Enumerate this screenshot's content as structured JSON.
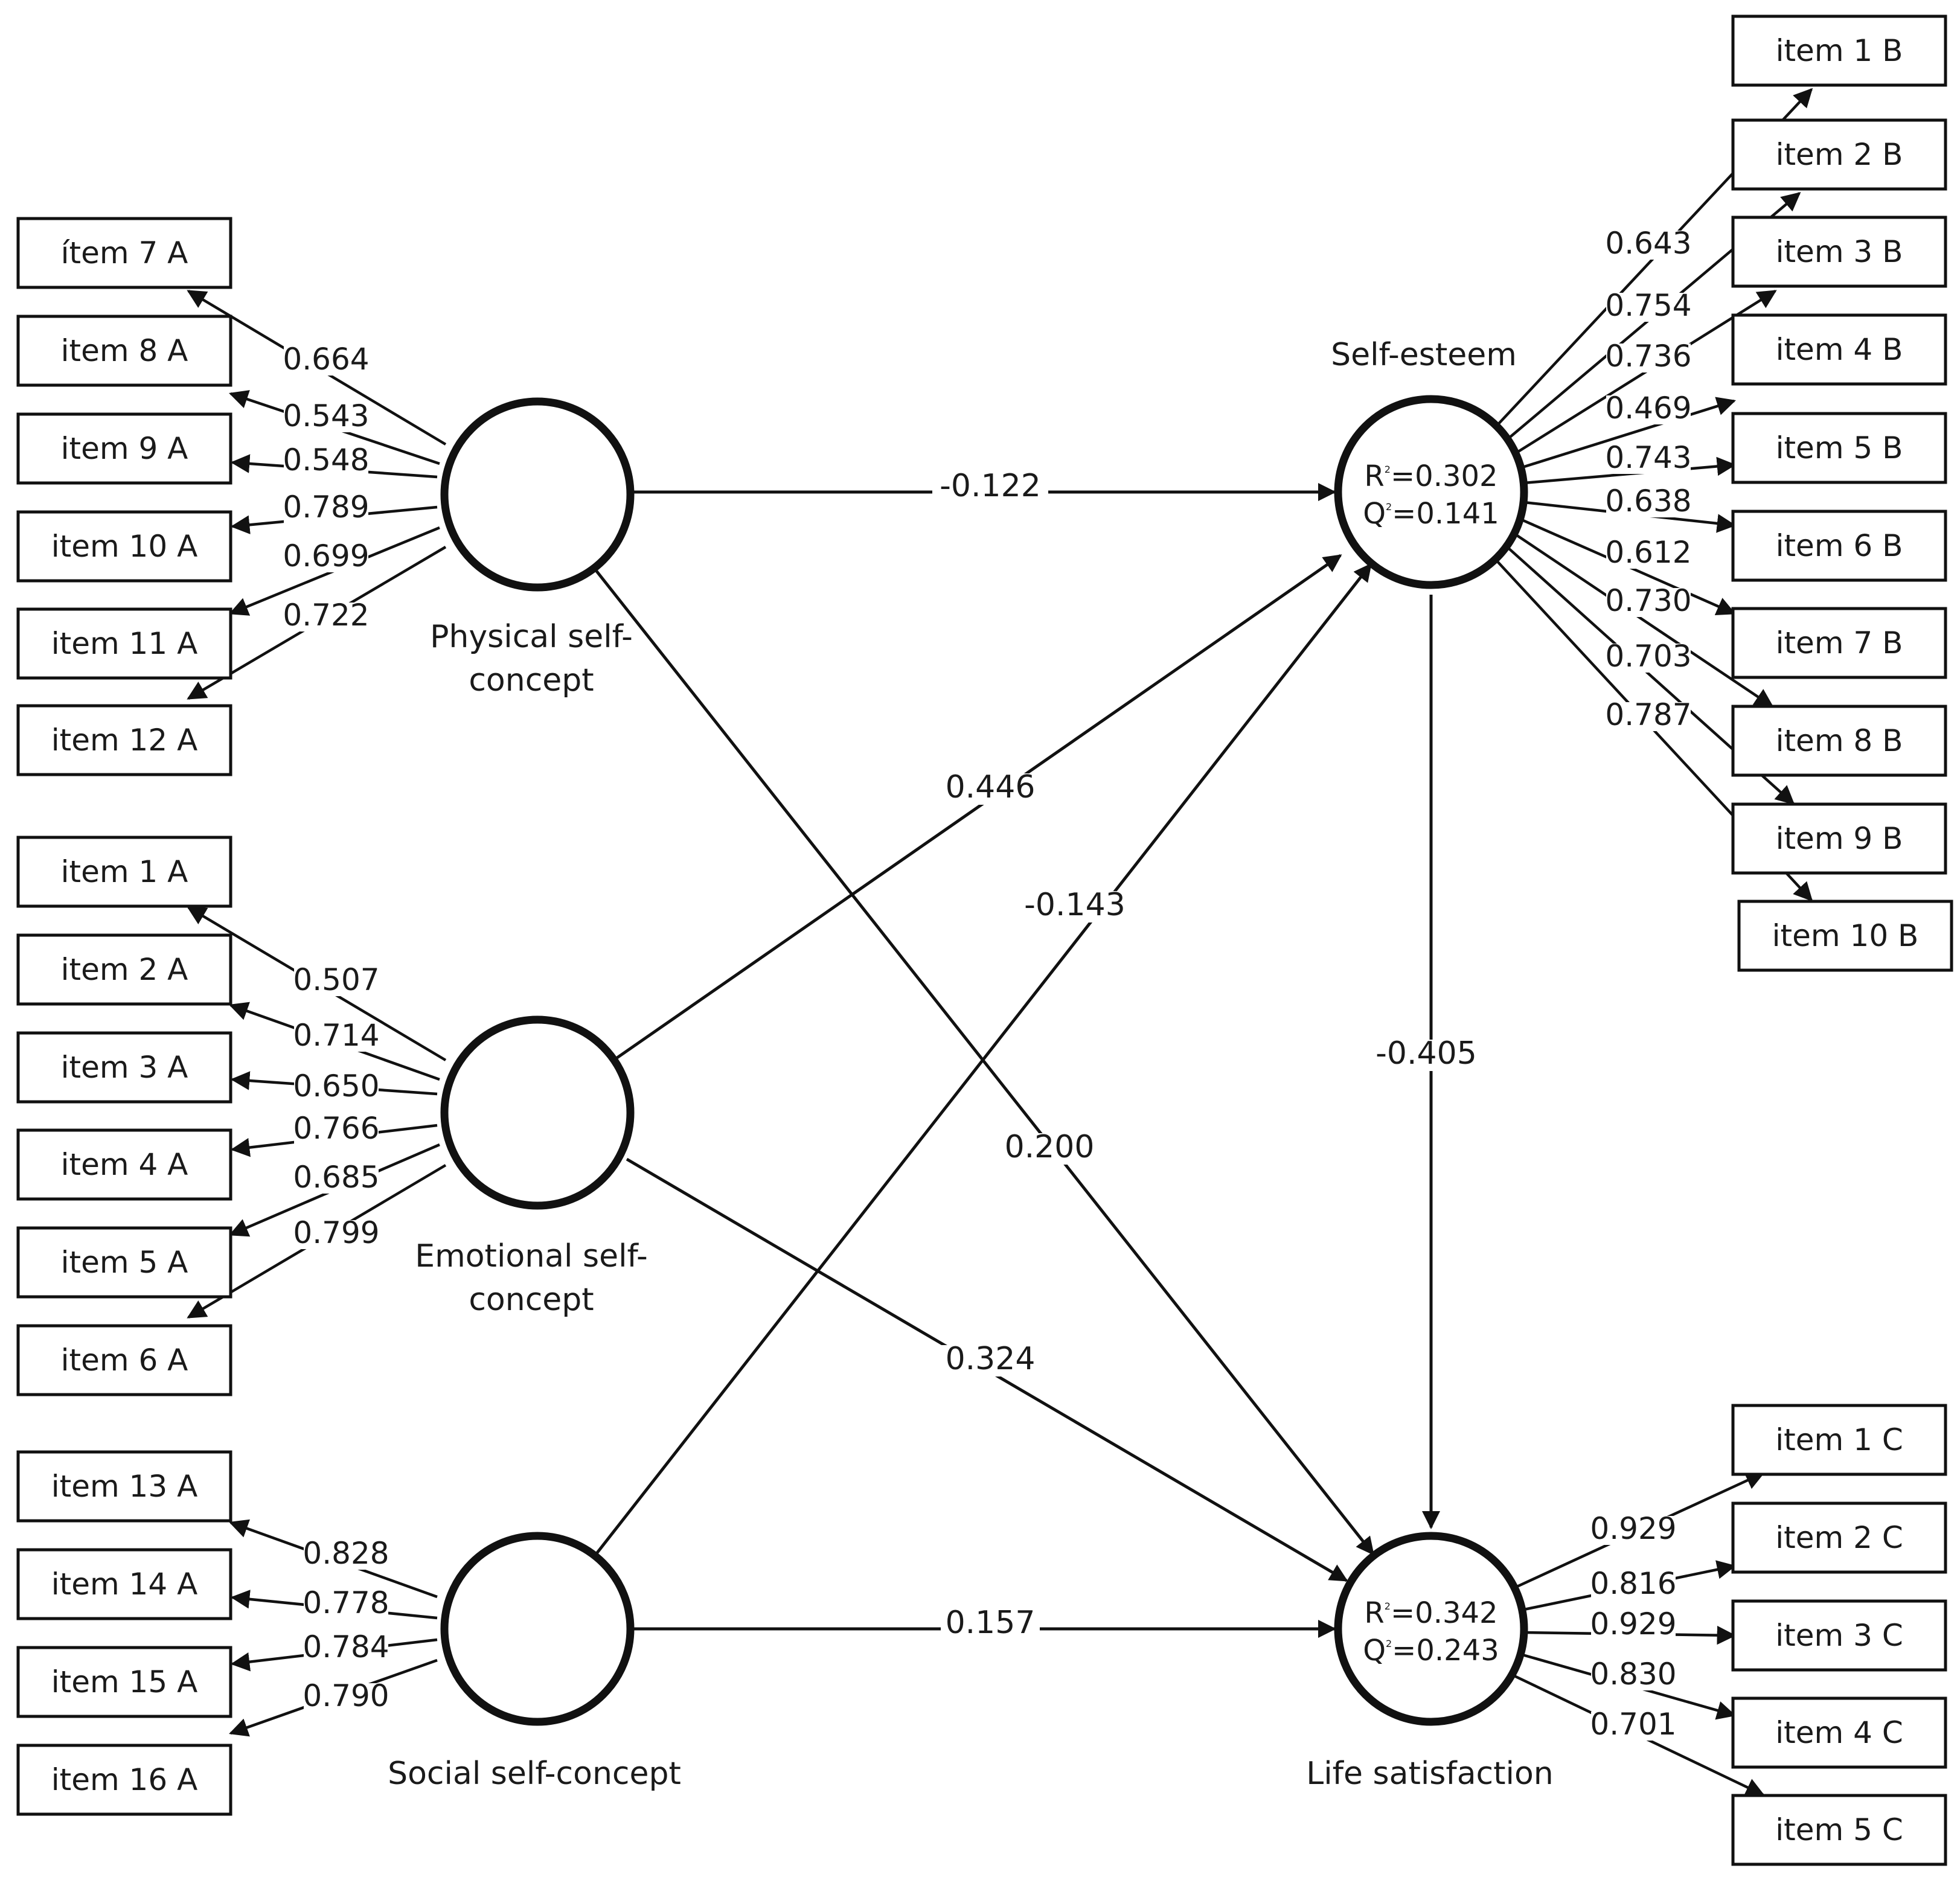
{
  "constructs": {
    "physical": {
      "name_lines": [
        "Physical self-",
        "concept"
      ]
    },
    "emotional": {
      "name_lines": [
        "Emotional self-",
        "concept"
      ]
    },
    "social": {
      "name_lines": [
        "Social self-concept"
      ]
    },
    "self_esteem": {
      "name_lines": [
        "Self-esteem"
      ],
      "r2": "0.302",
      "q2": "0.141"
    },
    "life_satisfaction": {
      "name_lines": [
        "Life satisfaction"
      ],
      "r2": "0.342",
      "q2": "0.243"
    }
  },
  "stat_labels": {
    "r": "R",
    "q": "Q",
    "sup": "2"
  },
  "indicators": {
    "physical": [
      {
        "label": "ítem 7 A",
        "weight": "0.664"
      },
      {
        "label": "item 8 A",
        "weight": "0.543"
      },
      {
        "label": "item 9 A",
        "weight": "0.548"
      },
      {
        "label": "item 10 A",
        "weight": "0.789"
      },
      {
        "label": "item 11 A",
        "weight": "0.699"
      },
      {
        "label": "item 12 A",
        "weight": "0.722"
      }
    ],
    "emotional": [
      {
        "label": "item 1 A",
        "weight": "0.507"
      },
      {
        "label": "item 2 A",
        "weight": "0.714"
      },
      {
        "label": "item 3 A",
        "weight": "0.650"
      },
      {
        "label": "item 4 A",
        "weight": "0.766"
      },
      {
        "label": "item 5 A",
        "weight": "0.685"
      },
      {
        "label": "item 6 A",
        "weight": "0.799"
      }
    ],
    "social": [
      {
        "label": "item 13 A",
        "weight": "0.828"
      },
      {
        "label": "item 14 A",
        "weight": "0.778"
      },
      {
        "label": "item 15 A",
        "weight": "0.784"
      },
      {
        "label": "item 16 A",
        "weight": "0.790"
      }
    ],
    "self_esteem": [
      {
        "label": "item 1 B",
        "weight": "0.643"
      },
      {
        "label": "item 2 B",
        "weight": "0.754"
      },
      {
        "label": "item 3 B",
        "weight": "0.736"
      },
      {
        "label": "item 4 B",
        "weight": "0.469"
      },
      {
        "label": "item 5 B",
        "weight": "0.743"
      },
      {
        "label": "item 6 B",
        "weight": "0.638"
      },
      {
        "label": "item 7 B",
        "weight": "0.612"
      },
      {
        "label": "item 8 B",
        "weight": "0.730"
      },
      {
        "label": "item 9 B",
        "weight": "0.703"
      },
      {
        "label": "item 10 B",
        "weight": "0.787"
      }
    ],
    "life_satisfaction": [
      {
        "label": "item 1 C",
        "weight": "0.929"
      },
      {
        "label": "item 2 C",
        "weight": "0.816"
      },
      {
        "label": "item 3 C",
        "weight": "0.929"
      },
      {
        "label": "item 4 C",
        "weight": "0.830"
      },
      {
        "label": "item 5 C",
        "weight": "0.701"
      }
    ]
  },
  "paths": [
    {
      "id": "physical_to_self_esteem",
      "from": "physical",
      "to": "self_esteem",
      "coef": "-0.122"
    },
    {
      "id": "physical_to_life_satisfaction",
      "from": "physical",
      "to": "life_satisfaction",
      "coef": "0.200"
    },
    {
      "id": "emotional_to_self_esteem",
      "from": "emotional",
      "to": "self_esteem",
      "coef": "0.446"
    },
    {
      "id": "emotional_to_life_satisfaction",
      "from": "emotional",
      "to": "life_satisfaction",
      "coef": "0.324"
    },
    {
      "id": "social_to_self_esteem",
      "from": "social",
      "to": "self_esteem",
      "coef": "-0.143"
    },
    {
      "id": "social_to_life_satisfaction",
      "from": "social",
      "to": "life_satisfaction",
      "coef": "0.157"
    },
    {
      "id": "self_esteem_to_life_satisfaction",
      "from": "self_esteem",
      "to": "life_satisfaction",
      "coef": "-0.405"
    }
  ]
}
